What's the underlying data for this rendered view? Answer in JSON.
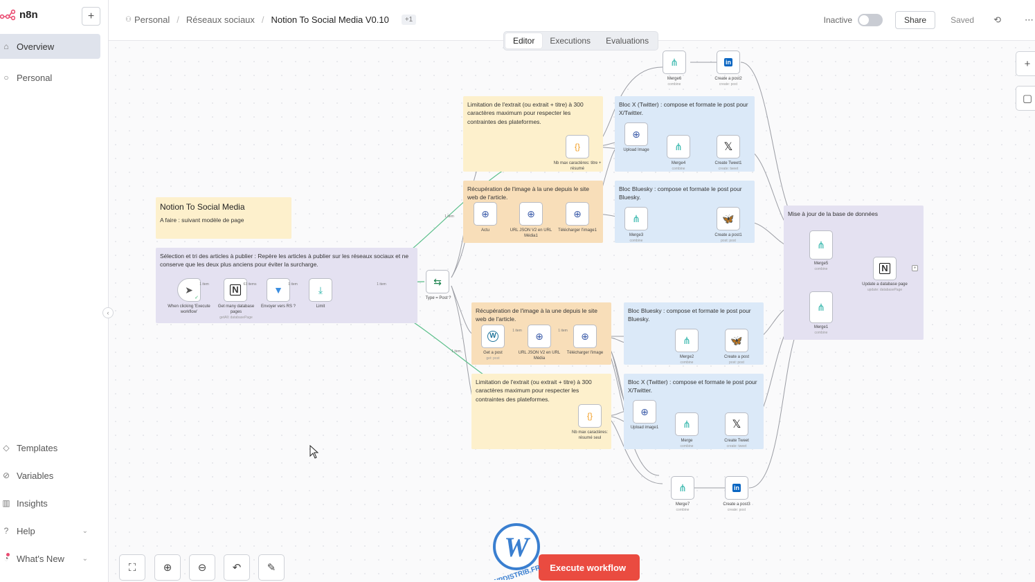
{
  "app": {
    "name": "n8n"
  },
  "sidebar": {
    "add_label": "+",
    "items": [
      {
        "label": "Overview",
        "icon": "home-icon"
      },
      {
        "label": "Personal",
        "icon": "user-icon"
      }
    ],
    "bottom": [
      {
        "label": "Templates",
        "icon": "templates-icon"
      },
      {
        "label": "Variables",
        "icon": "variables-icon"
      },
      {
        "label": "Insights",
        "icon": "insights-icon"
      },
      {
        "label": "Help",
        "icon": "help-icon"
      },
      {
        "label": "What's New",
        "icon": "bell-icon"
      }
    ]
  },
  "header": {
    "breadcrumbs": [
      "Personal",
      "Réseaux sociaux",
      "Notion To Social Media V0.10"
    ],
    "tag": "+1",
    "status": "Inactive",
    "share": "Share",
    "saved": "Saved"
  },
  "tabs": [
    "Editor",
    "Executions",
    "Evaluations"
  ],
  "stickies": {
    "main_title": "Notion To Social Media",
    "main_sub": "A faire : suivant modèle de page",
    "selection": "Sélection et tri des articles à publier : Repère les articles à publier sur les réseaux sociaux et ne conserve que les deux plus anciens pour éviter la surcharge.",
    "limit_top": "Limitation de l'extrait (ou extrait + titre) à 300 caractères maximum pour respecter les contraintes des plateformes.",
    "image_top": "Récupération de l'image à la une depuis le site web de l'article.",
    "x_top": "Bloc X (Twitter) : compose et formate le post pour X/Twitter.",
    "bsky_top": "Bloc Bluesky : compose et formate le post pour Bluesky.",
    "db": "Mise à jour de la base de données",
    "image_bottom": "Récupération de l'image à la une depuis le site web de l'article.",
    "bsky_bottom": "Bloc Bluesky : compose et formate le post pour Bluesky.",
    "limit_bottom": "Limitation de l'extrait (ou extrait + titre) à 300 caractères maximum pour respecter les contraintes des plateformes.",
    "x_bottom": "Bloc X (Twitter) : compose et formate le post pour X/Twitter."
  },
  "nodes": {
    "trigger": {
      "label": "When clicking 'Execute workflow'"
    },
    "notion_get": {
      "label": "Get many database pages",
      "sub": "getAll: databasePage"
    },
    "filter": {
      "label": "Envoyer vers RS ?"
    },
    "limit": {
      "label": "Limit"
    },
    "switch": {
      "label": "Type = Post ?"
    },
    "nb_top": {
      "label": "Nb max caractères: titre + résumé"
    },
    "actu": {
      "label": "Actu"
    },
    "url_json_top": {
      "label": "URL JSON V2 en URL Média1"
    },
    "dl_top": {
      "label": "Télécharger l'image1"
    },
    "upload_top": {
      "label": "Upload Image"
    },
    "merge4": {
      "label": "Merge4",
      "sub": "combine"
    },
    "tweet1": {
      "label": "Create Tweet1",
      "sub": "create: tweet"
    },
    "merge6": {
      "label": "Merge6",
      "sub": "combine"
    },
    "li_post2": {
      "label": "Create a post2",
      "sub": "create: post"
    },
    "merge3": {
      "label": "Merge3",
      "sub": "combine"
    },
    "bsky_post1": {
      "label": "Create a post1",
      "sub": "post: post"
    },
    "merge5": {
      "label": "Merge5",
      "sub": "combine"
    },
    "merge1": {
      "label": "Merge1",
      "sub": "combine"
    },
    "update_db": {
      "label": "Update a database page",
      "sub": "update: databasePage"
    },
    "get_post": {
      "label": "Get a post",
      "sub": "get: post"
    },
    "url_json_bottom": {
      "label": "URL JSON V2 en URL Média"
    },
    "dl_bottom": {
      "label": "Télécharger l'image"
    },
    "merge2": {
      "label": "Merge2",
      "sub": "combine"
    },
    "bsky_post": {
      "label": "Create a post",
      "sub": "post: post"
    },
    "nb_bottom": {
      "label": "Nb max caractères: résumé seul"
    },
    "upload_bottom": {
      "label": "Upload image1"
    },
    "merge": {
      "label": "Merge",
      "sub": "combine"
    },
    "tweet": {
      "label": "Create Tweet",
      "sub": "create: tweet"
    },
    "merge7": {
      "label": "Merge7",
      "sub": "combine"
    },
    "li_post3": {
      "label": "Create a post3",
      "sub": "create: post"
    }
  },
  "edge_labels": {
    "a": "1 item",
    "b": "63 items",
    "c": "1 item",
    "d": "1 item",
    "e": "1 item",
    "f": "1 item",
    "g": "1 item",
    "h": "1 item"
  },
  "execute": "Execute workflow",
  "colors": {
    "brand": "#ea4b71",
    "execute": "#ea4b40",
    "linkedin": "#0a66c2",
    "bluesky": "#1185fe",
    "notion": "#111111",
    "merge": "#2bb3a8",
    "code": "#f29b1c",
    "wordpress": "#21759b",
    "http": "#3b5ba9"
  },
  "watermark": "WPDISTRIB.FR"
}
